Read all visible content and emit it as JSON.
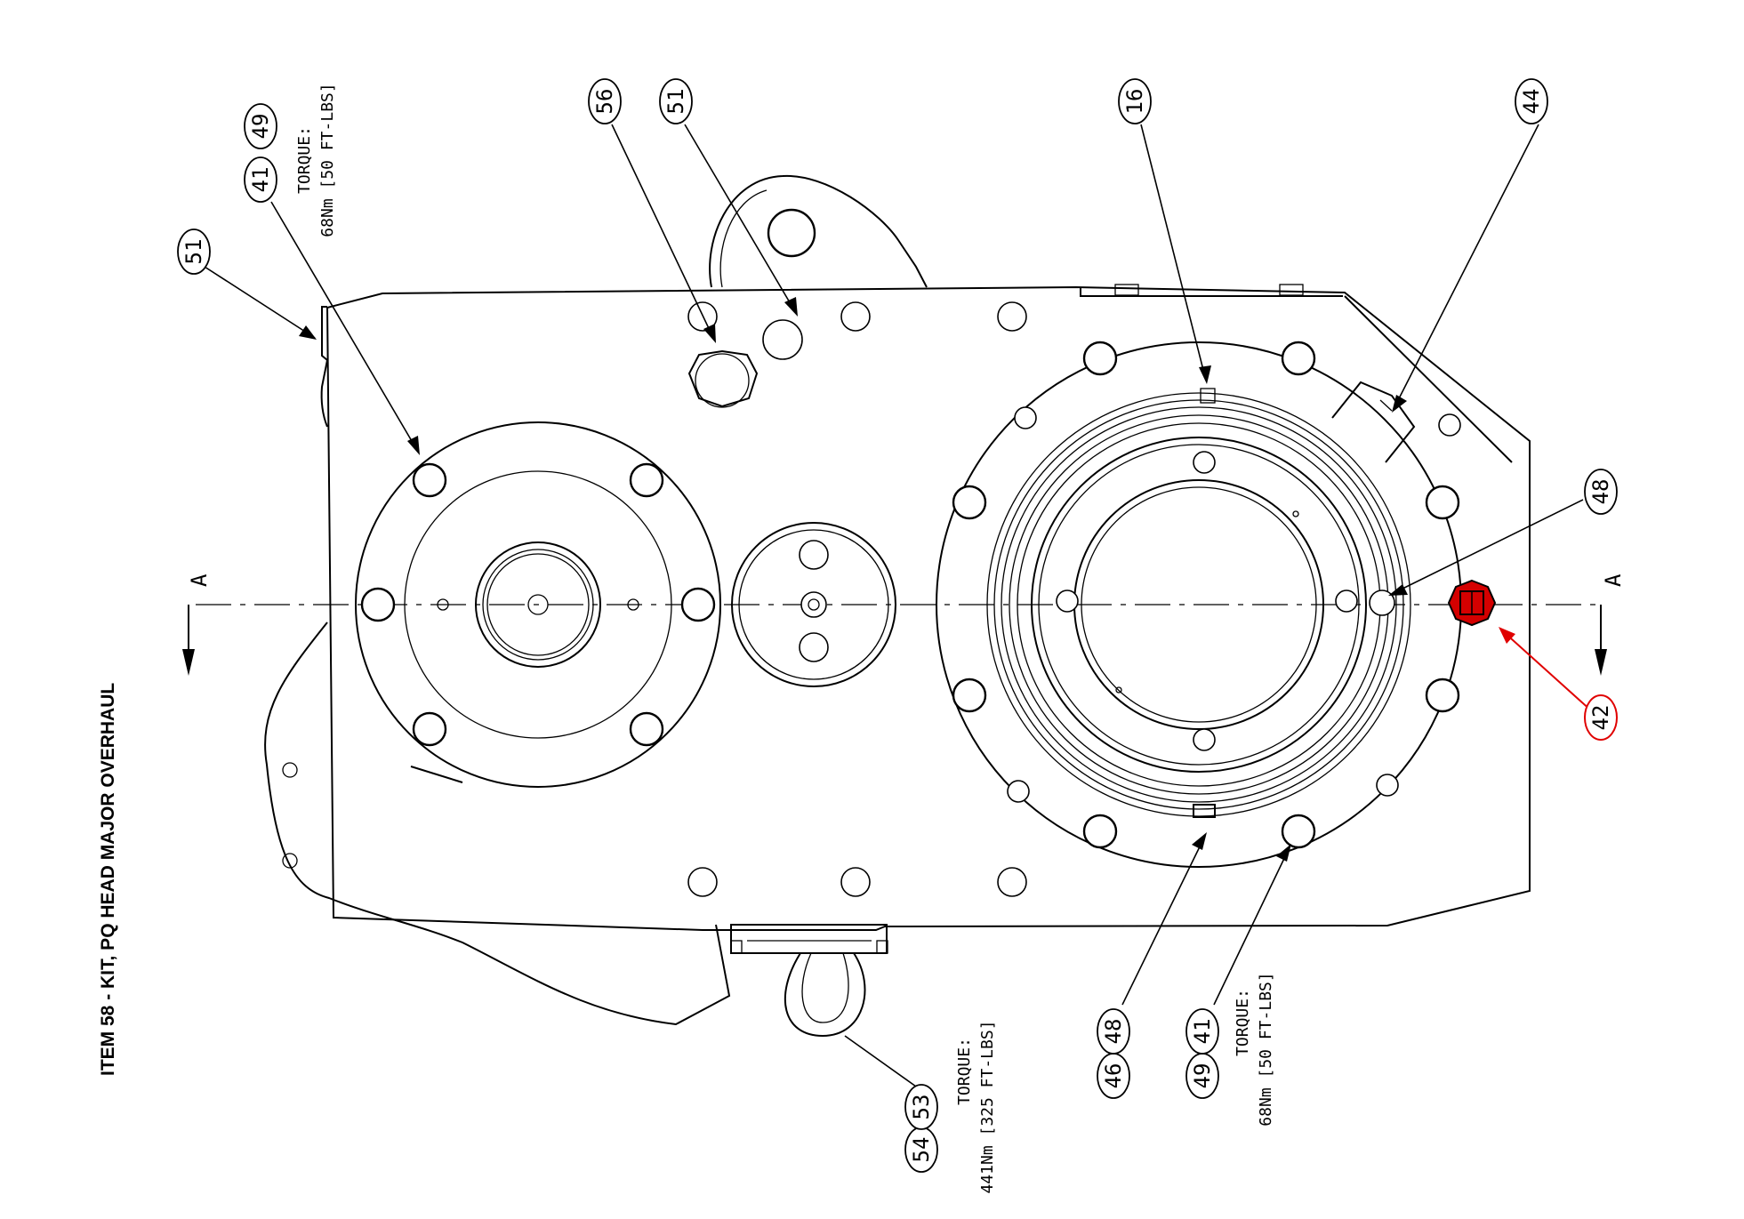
{
  "title": "ITEM 58 - KIT, PQ HEAD MAJOR OVERHAUL",
  "section_marker": "A",
  "accent_color": "#e00000",
  "callouts": [
    {
      "id": "51-top",
      "label": "51"
    },
    {
      "id": "41",
      "label": "41"
    },
    {
      "id": "49",
      "label": "49"
    },
    {
      "id": "56",
      "label": "56"
    },
    {
      "id": "51-mid",
      "label": "51"
    },
    {
      "id": "16",
      "label": "16"
    },
    {
      "id": "44",
      "label": "44"
    },
    {
      "id": "48-right",
      "label": "48"
    },
    {
      "id": "42",
      "label": "42",
      "highlight": true
    },
    {
      "id": "54",
      "label": "54"
    },
    {
      "id": "53",
      "label": "53"
    },
    {
      "id": "46",
      "label": "46"
    },
    {
      "id": "48-bottom",
      "label": "48"
    },
    {
      "id": "49-bottom",
      "label": "49"
    },
    {
      "id": "41-bottom",
      "label": "41"
    }
  ],
  "torque_notes": {
    "top": {
      "line1": "TORQUE:",
      "line2": "68Nm [50 FT-LBS]"
    },
    "bottom_left": {
      "line1": "TORQUE:",
      "line2": "441Nm [325 FT-LBS]"
    },
    "bottom_right": {
      "line1": "TORQUE:",
      "line2": "68Nm [50 FT-LBS]"
    }
  }
}
